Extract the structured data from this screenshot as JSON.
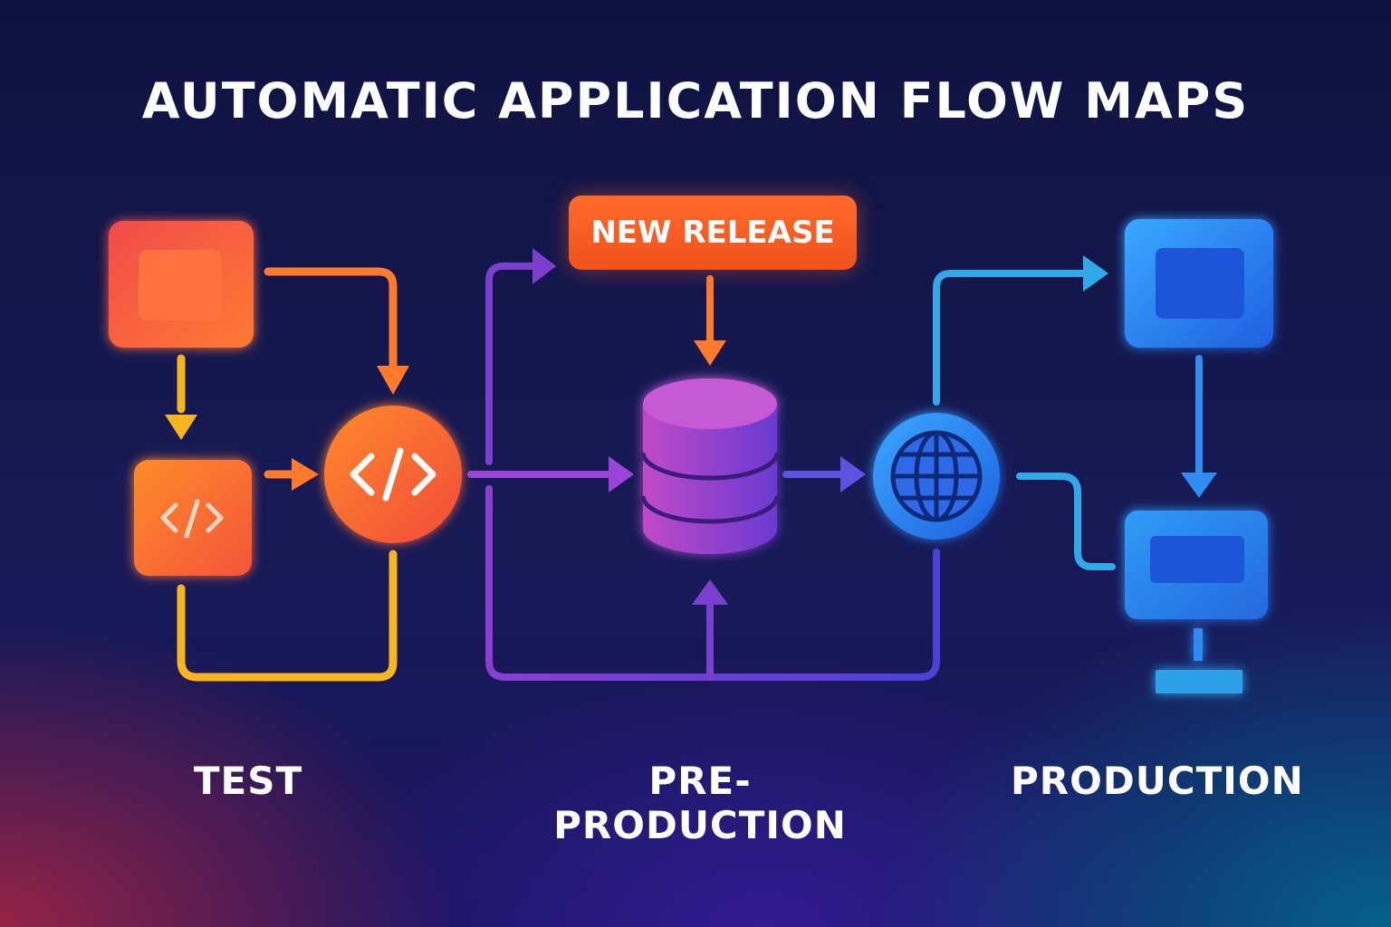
{
  "title": "AUTOMATIC APPLICATION FLOW MAPS",
  "badge": "NEW RELEASE",
  "stages": {
    "test": "TEST",
    "preprod": "PRE-PRODUCTION",
    "prod": "PRODUCTION"
  },
  "colors": {
    "orange": "#ff7a2a",
    "yellow": "#f7b51e",
    "red": "#e8473d",
    "purple": "#7b3fcf",
    "violet": "#9b45d8",
    "blue": "#2f8cf0",
    "cyan": "#31a8e8",
    "white": "#ffffff"
  },
  "icons": {
    "code": "code-brackets-icon",
    "globe": "globe-icon",
    "database": "database-icon",
    "monitor": "monitor-icon"
  }
}
